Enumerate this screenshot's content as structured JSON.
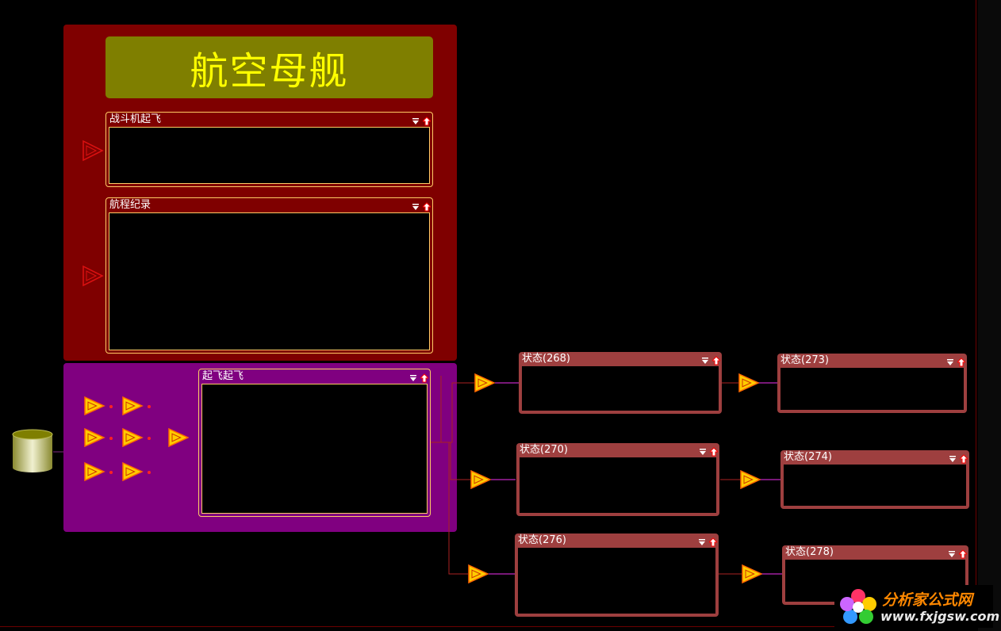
{
  "title": "航空母舰",
  "carrier_panels": [
    {
      "title": "战斗机起飞"
    },
    {
      "title": "航程纪录"
    }
  ],
  "takeoff_panel": {
    "title": "起飞起飞"
  },
  "state_panels": [
    {
      "title": "状态(268)"
    },
    {
      "title": "状态(270)"
    },
    {
      "title": "状态(276)"
    },
    {
      "title": "状态(273)"
    },
    {
      "title": "状态(274)"
    },
    {
      "title": "状态(278)"
    }
  ],
  "watermark": {
    "name": "分析家公式网",
    "url": "www.fxjgsw.com"
  },
  "colors": {
    "carrier_bg": "#7f0000",
    "banner_bg": "#7f7f00",
    "banner_text": "#ffff00",
    "takeoff_bg": "#800080",
    "state_bg": "#9e3f3f",
    "panel_border": "#ffcc66",
    "node_fill": "#ffcc00",
    "node_outline_red": "#cc0000"
  },
  "icons": {
    "node": "triangle-node-icon",
    "database": "database-cylinder-icon",
    "dropdown": "dropdown-arrow-icon",
    "pin": "pin-up-arrow-icon"
  }
}
